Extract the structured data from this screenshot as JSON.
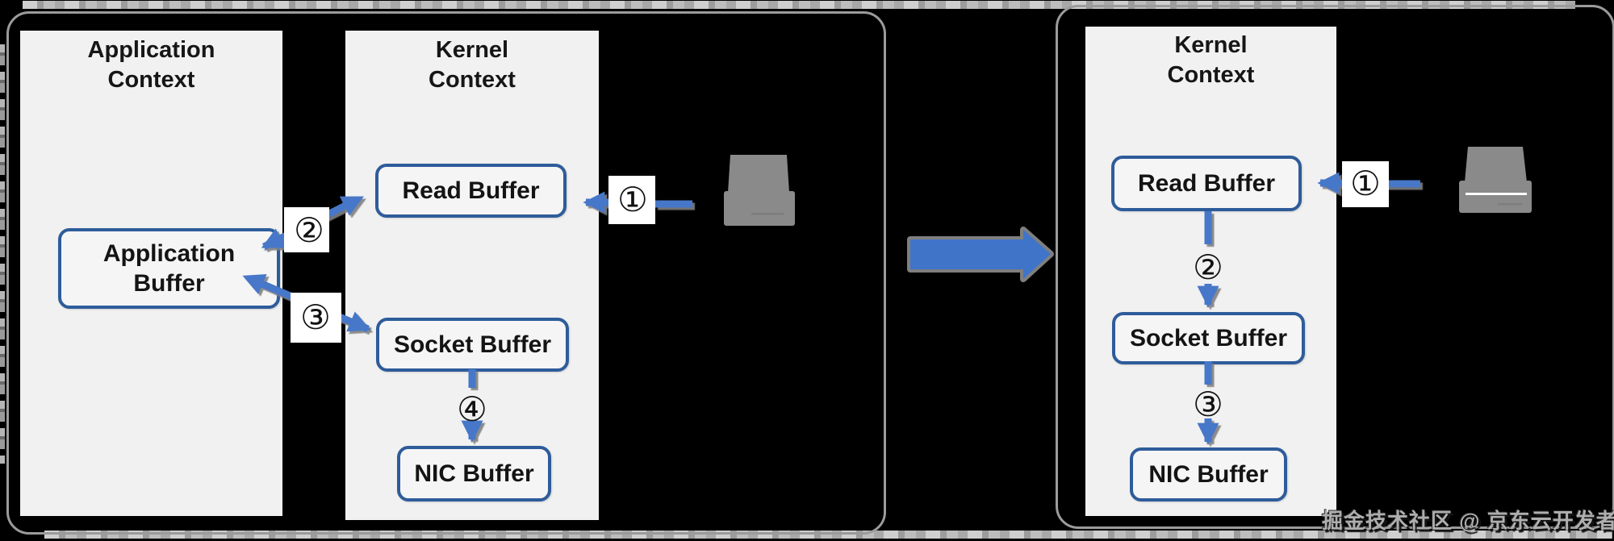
{
  "frame": {
    "watermark": "掘金技术社区 @ 京东云开发者"
  },
  "colors": {
    "background": "#000000",
    "arrow_blue": "#4677c8",
    "box_border_blue": "#2e5c9a",
    "panel_bg": "#f1f1f2",
    "frame_border": "#9b9b9b",
    "icon_gray": "#8a8a8a",
    "shadow_gray": "#7f7f7f"
  },
  "left_diagram": {
    "application_panel": {
      "title_line1": "Application",
      "title_line2": "Context",
      "application_buffer_label": "Application Buffer"
    },
    "kernel_panel": {
      "title_line1": "Kernel",
      "title_line2": "Context",
      "read_buffer_label": "Read Buffer",
      "socket_buffer_label": "Socket Buffer",
      "nic_buffer_label": "NIC Buffer"
    },
    "step_labels": {
      "step1": "①",
      "step2": "②",
      "step3": "③",
      "step4": "④"
    },
    "icons": {
      "storage": "disk-icon"
    }
  },
  "right_diagram": {
    "kernel_panel": {
      "title_line1": "Kernel",
      "title_line2": "Context",
      "read_buffer_label": "Read Buffer",
      "socket_buffer_label": "Socket Buffer",
      "nic_buffer_label": "NIC Buffer"
    },
    "step_labels": {
      "step1": "①",
      "step2": "②",
      "step3": "③"
    },
    "icons": {
      "storage": "disk-icon"
    }
  }
}
